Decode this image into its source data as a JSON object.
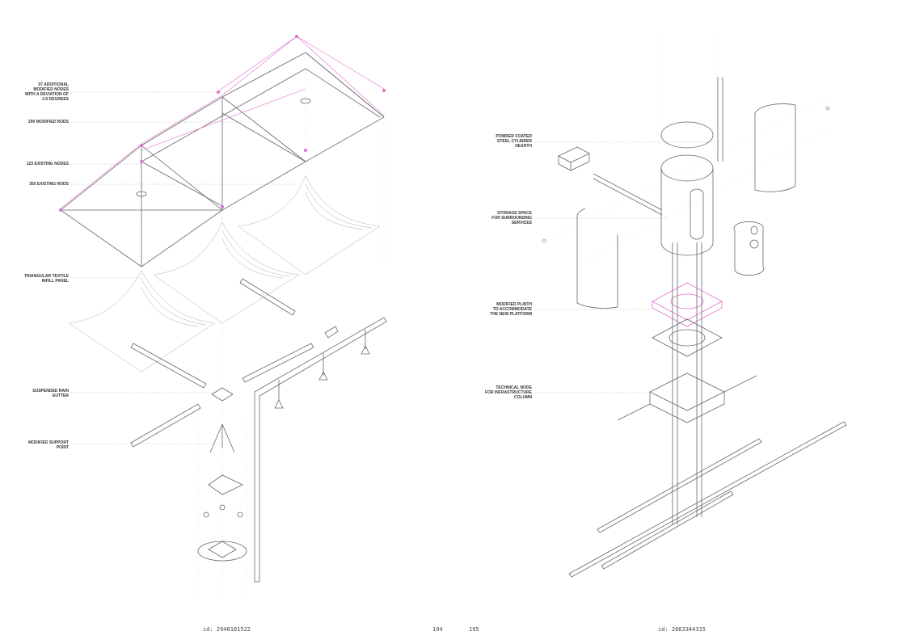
{
  "left_page": {
    "labels": [
      "57 ADDITIONAL\nMODIFIED NODES\nWITH A DEVIATION OF\n2.5 DEGREES",
      "200 MODIFIED RODS",
      "123 EXISTING NODES",
      "350 EXISTING RODS",
      "TRIANGULAR TEXTILE\nINFILL PANEL",
      "SUSPENDED RAIN\nGUTTER",
      "MODIFIED SUPPORT\nPOINT"
    ],
    "footer_id": "id: 2940101522",
    "page_number": "194"
  },
  "right_page": {
    "labels": [
      "POWDER COATED\nSTEEL CYLINDER\nHEARTH",
      "STORAGE SPACE\nFOR SURROUNDING\nSERVICES",
      "MODIFIED PLINTH\nTO ACCOMMODATE\nTHE NEW PLATFORM",
      "TECHNICAL NODE\nFOR INFRASTRUCTURE\nCOLUMN"
    ],
    "footer_id": "id: 2663344315",
    "page_number": "195"
  },
  "colors": {
    "line": "#555555",
    "pink": "#e070d0",
    "leader": "#999999"
  }
}
